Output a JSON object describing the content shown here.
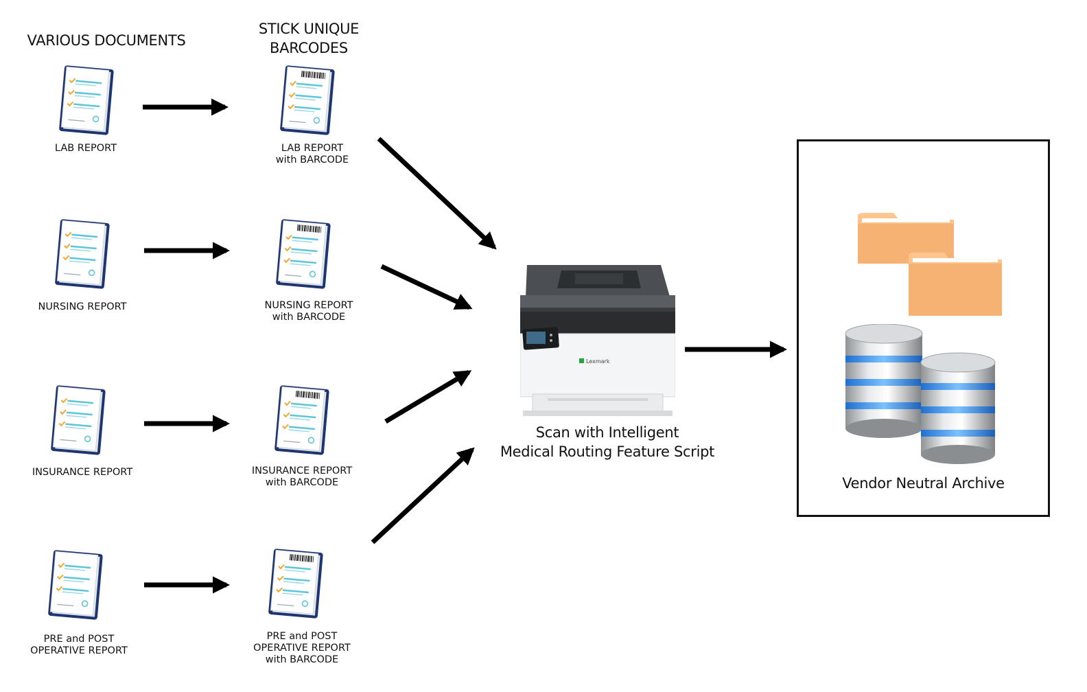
{
  "headers": {
    "various_documents": "VARIOUS DOCUMENTS",
    "stick_barcodes_line1": "STICK UNIQUE",
    "stick_barcodes_line2": "BARCODES"
  },
  "documents": [
    {
      "label": [
        "LAB REPORT"
      ],
      "barcode_label": [
        "LAB REPORT",
        "with BARCODE"
      ]
    },
    {
      "label": [
        "NURSING REPORT"
      ],
      "barcode_label": [
        "NURSING REPORT",
        "with BARCODE"
      ]
    },
    {
      "label": [
        "INSURANCE REPORT"
      ],
      "barcode_label": [
        "INSURANCE REPORT",
        "with BARCODE"
      ]
    },
    {
      "label": [
        "PRE and POST",
        "OPERATIVE REPORT"
      ],
      "barcode_label": [
        "PRE and POST",
        "OPERATIVE REPORT",
        "with BARCODE"
      ]
    }
  ],
  "scanner": {
    "label_line1": "Scan with Intelligent",
    "label_line2": "Medical Routing Feature Script",
    "brand": "Lexmark"
  },
  "archive": {
    "label": "Vendor Neutral Archive"
  },
  "colors": {
    "clipboard": "#1f3570",
    "paper": "#ffffff",
    "text_lines": "#5fc4d8",
    "check": "#f0a830",
    "folder": "#f7b77a",
    "db_band": "#3a8ff0",
    "arrow": "#000000"
  },
  "icons": {
    "document": "clipboard-document-icon",
    "scanner": "multifunction-printer-icon",
    "folder": "folder-icon",
    "database": "database-icon"
  }
}
